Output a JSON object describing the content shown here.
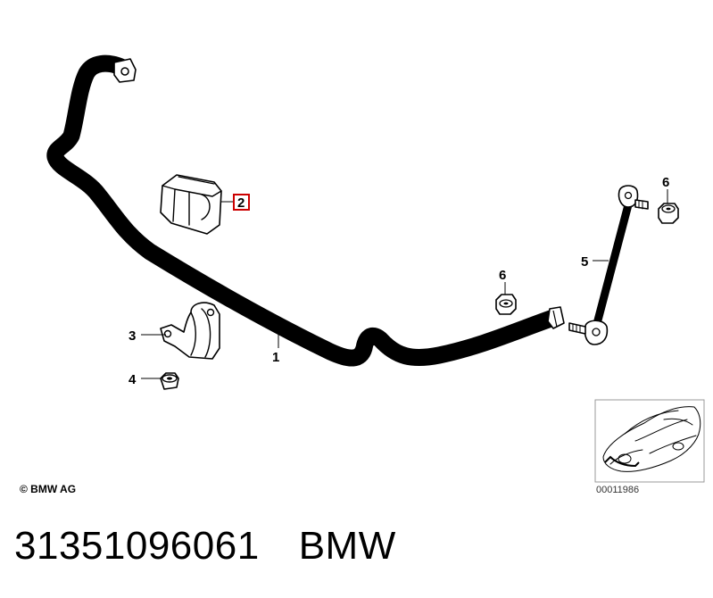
{
  "callouts": {
    "c1": "1",
    "c2": "2",
    "c3": "3",
    "c4": "4",
    "c5": "5",
    "c6a": "6",
    "c6b": "6"
  },
  "highlight_color": "#cc0000",
  "copyright": "© BMW AG",
  "image_number": "00011986",
  "caption": {
    "part_number": "31351096061",
    "brand": "BMW"
  }
}
